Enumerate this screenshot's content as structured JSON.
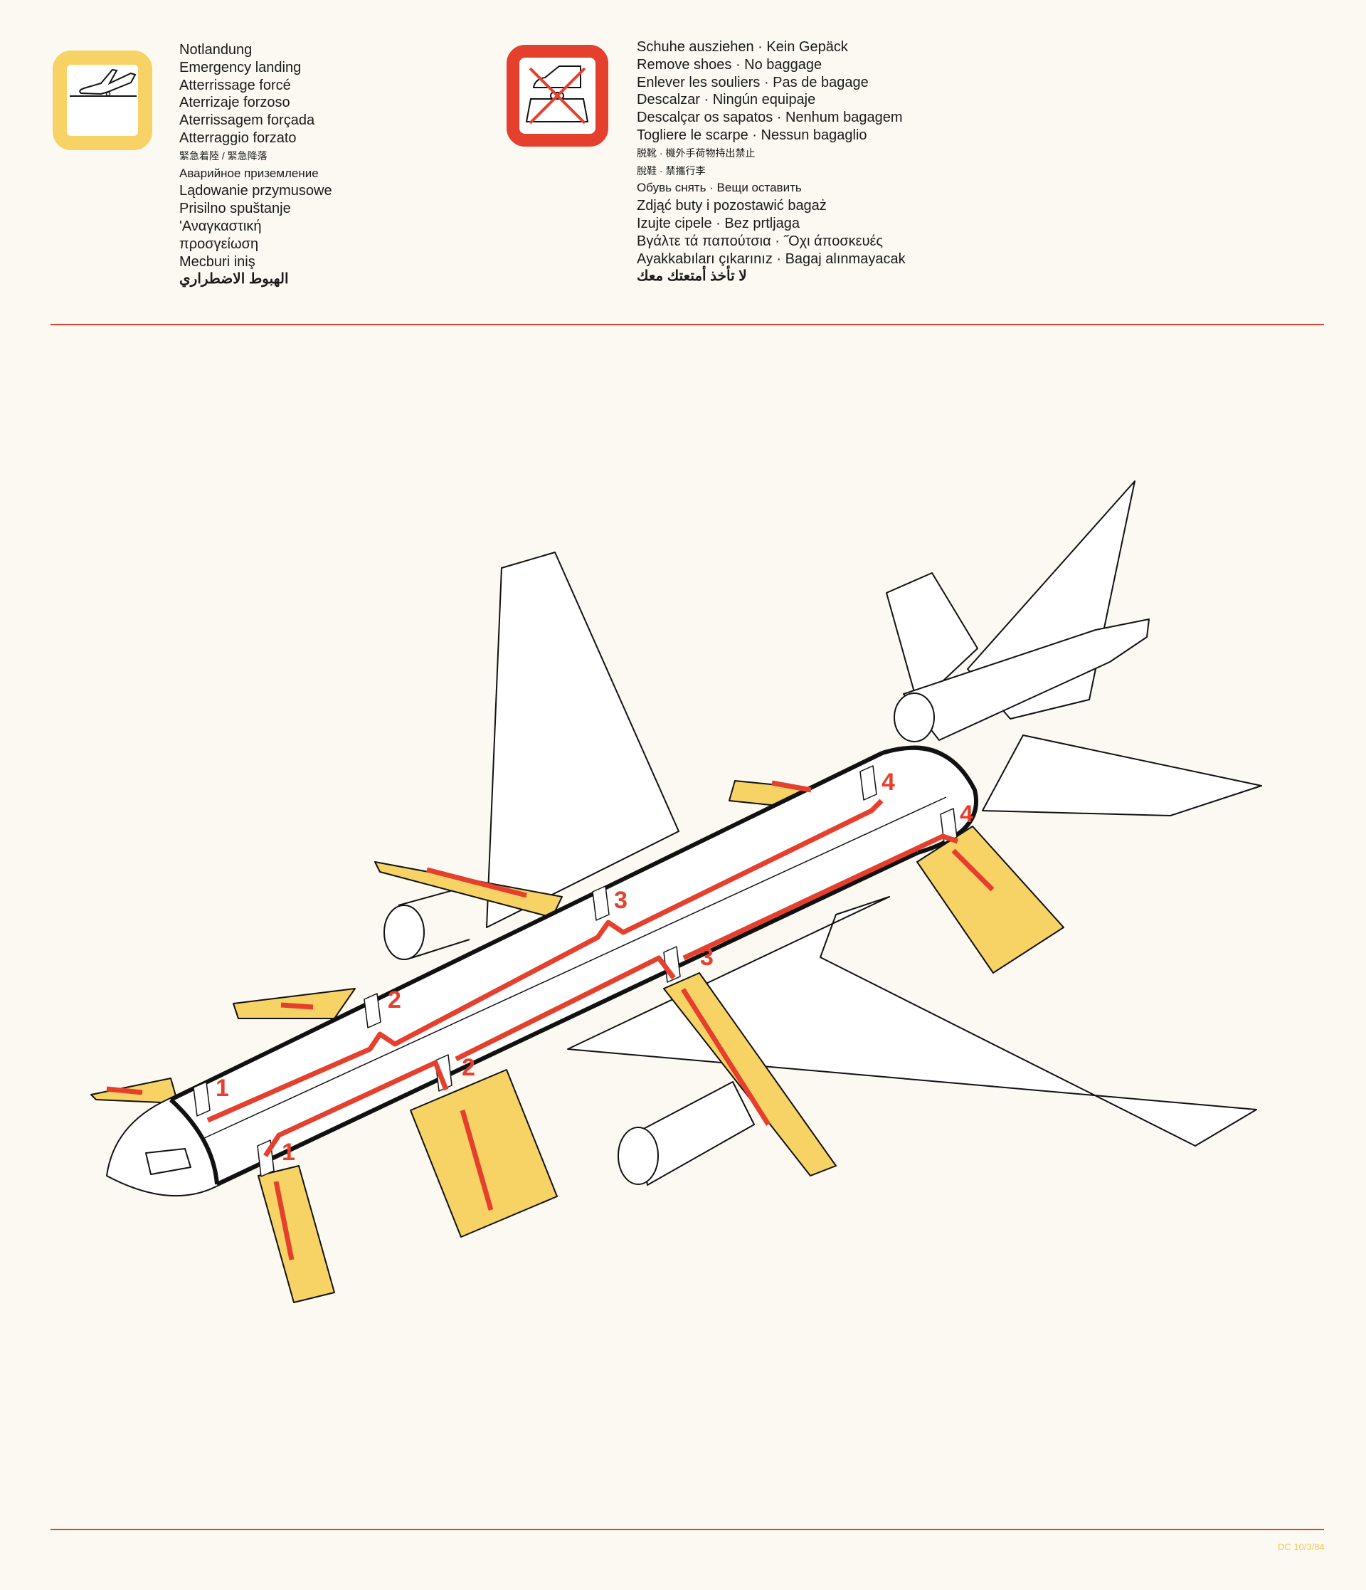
{
  "emergency_landing": {
    "icon": "plane-landing-icon",
    "labels": [
      "Notlandung",
      "Emergency landing",
      "Atterrissage forcé",
      "Aterrizaje forzoso",
      "Aterrissagem forçada",
      "Atterraggio forzato",
      "緊急着陸 / 緊急降落",
      "Аварийное приземление",
      "Lądowanie przymusowe",
      "Prisilno spuštanje",
      "'Αναγκαστική",
      "προσγείωση",
      "Mecburi iniş",
      "الهبوط الاضطراري"
    ]
  },
  "no_shoes_no_baggage": {
    "icon": "no-shoes-no-baggage-icon",
    "labels": [
      "Schuhe ausziehen · Kein Gepäck",
      "Remove shoes · No baggage",
      "Enlever les souliers · Pas de bagage",
      "Descalzar · Ningún equipaje",
      "Descalçar os sapatos · Nenhum bagagem",
      "Togliere le scarpe · Nessun bagaglio",
      "脱靴 · 機外手荷物持出禁止",
      "脫鞋 · 禁攜行李",
      "Обувь снять · Вещи оставить",
      "Zdjąć buty i pozostawić bagaż",
      "Izujte cipele · Bez prtljaga",
      "Βγάλτε τά παπούτσια · ˝Οχι άποσκευές",
      "Ayakkabıları çıkarınız · Bagaj alınmayacak",
      "لا تأخذ أمتعتك معك"
    ]
  },
  "diagram": {
    "exit_numbers": [
      "1",
      "1",
      "2",
      "2",
      "3",
      "3",
      "4",
      "4"
    ]
  },
  "colors": {
    "slide": "#f7d264",
    "route": "#e5402e",
    "rule": "#e5402e"
  },
  "footer": {
    "code": "DC 10/3/84"
  }
}
